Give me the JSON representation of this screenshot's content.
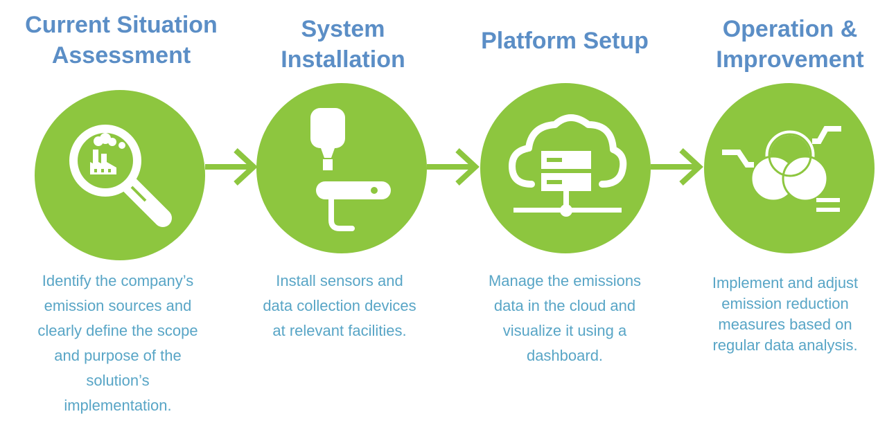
{
  "steps": [
    {
      "title": "Current Situation\nAssessment",
      "icon": "factory-magnifier-icon",
      "description": "Identify the company’s\nemission sources and\nclearly define the scope\nand purpose of the\nsolution’s\nimplementation."
    },
    {
      "title": "System\nInstallation",
      "icon": "sensor-device-icon",
      "description": "Install sensors and\ndata collection devices\nat relevant facilities."
    },
    {
      "title": "Platform Setup",
      "icon": "cloud-server-icon",
      "description": "Manage the emissions\ndata in the cloud and\nvisualize it using a\ndashboard."
    },
    {
      "title": "Operation &\nImprovement",
      "icon": "venn-analysis-icon",
      "description": "Implement and adjust\nemission reduction\nmeasures based on\nregular data analysis."
    }
  ],
  "colors": {
    "title": "#5b8ec6",
    "circle": "#8dc63f",
    "arrow": "#8dc63f",
    "description": "#58a5c6"
  }
}
